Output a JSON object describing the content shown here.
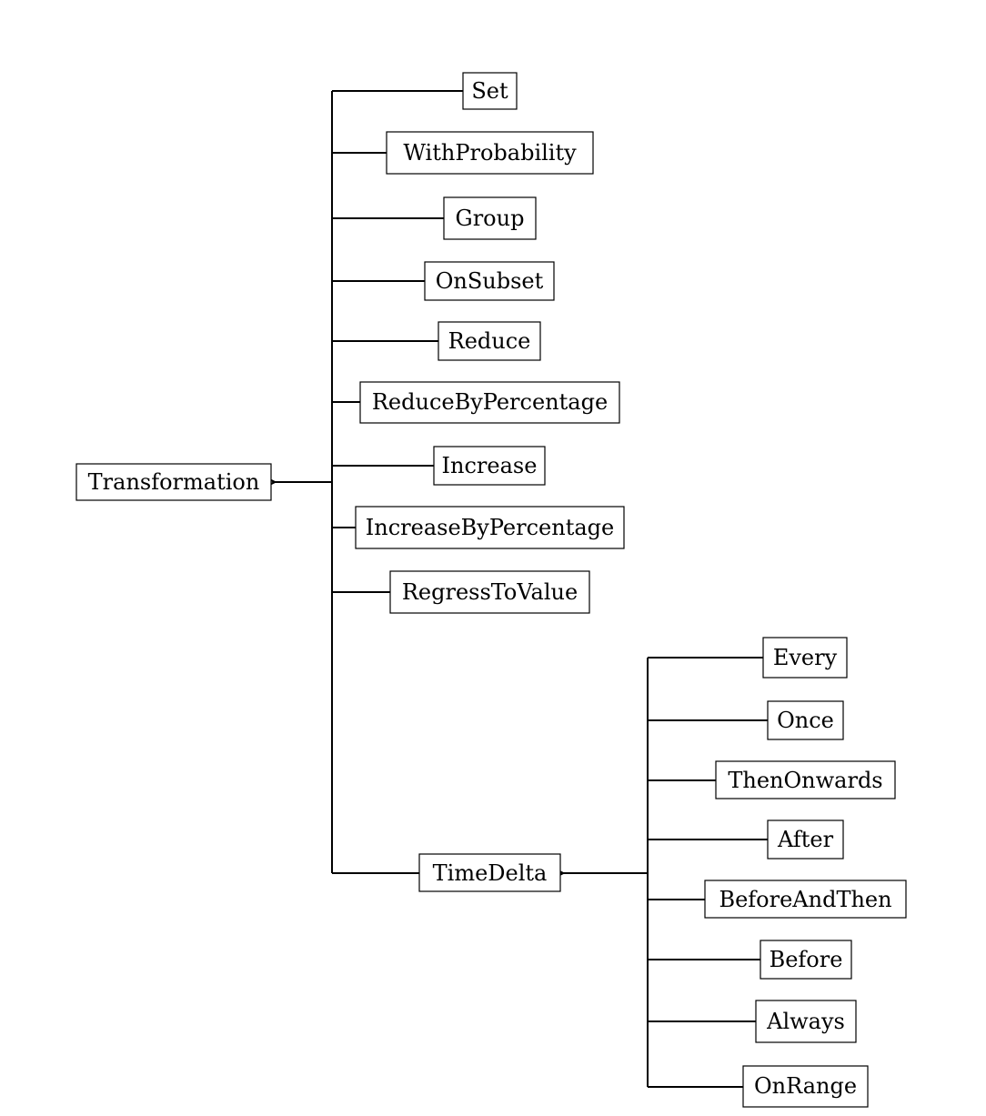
{
  "colors": {
    "background": "#ffffff",
    "stroke": "#000000",
    "text": "#000000"
  },
  "tree": {
    "root": {
      "label": "Transformation",
      "children": [
        {
          "label": "Set"
        },
        {
          "label": "WithProbability"
        },
        {
          "label": "Group"
        },
        {
          "label": "OnSubset"
        },
        {
          "label": "Reduce"
        },
        {
          "label": "ReduceByPercentage"
        },
        {
          "label": "Increase"
        },
        {
          "label": "IncreaseByPercentage"
        },
        {
          "label": "RegressToValue"
        },
        {
          "label": "TimeDelta",
          "children": [
            {
              "label": "Every"
            },
            {
              "label": "Once"
            },
            {
              "label": "ThenOnwards"
            },
            {
              "label": "After"
            },
            {
              "label": "BeforeAndThen"
            },
            {
              "label": "Before"
            },
            {
              "label": "Always"
            },
            {
              "label": "OnRange"
            }
          ]
        }
      ]
    }
  }
}
